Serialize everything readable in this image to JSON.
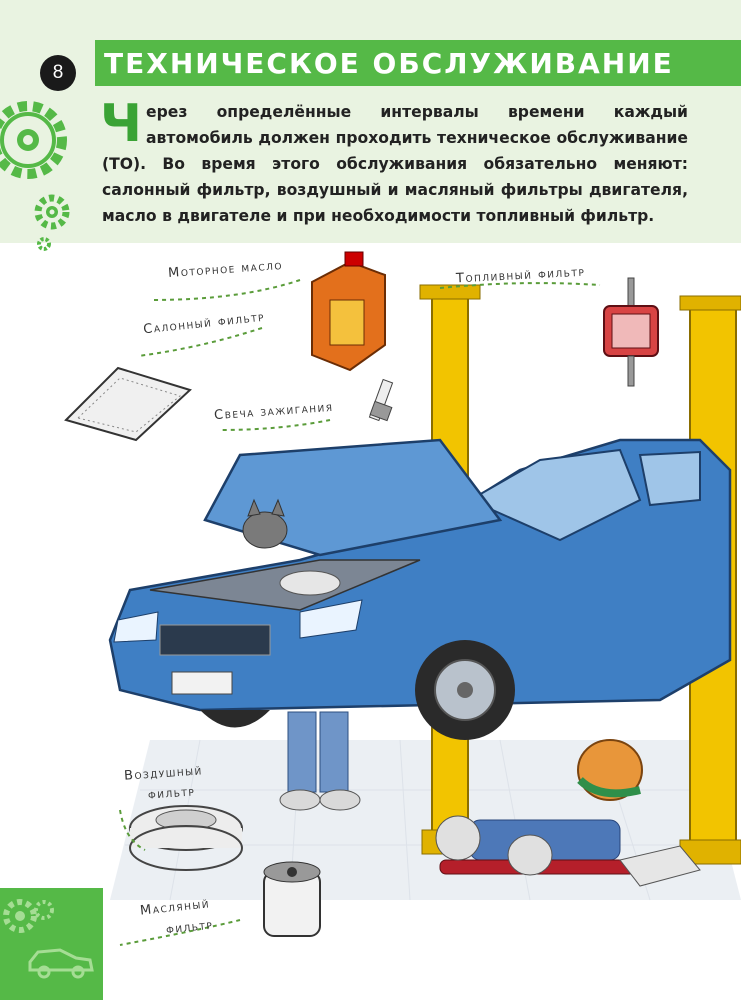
{
  "page": {
    "number": "8"
  },
  "header": {
    "title": "ТЕХНИЧЕСКОЕ ОБСЛУЖИВАНИЕ"
  },
  "intro": {
    "dropcap": "Ч",
    "text": "ерез определённые интервалы времени каждый автомобиль должен проходить техническое обслуживание (ТО). Во время этого обслуживания обязательно меняют: салонный фильтр, воздушный и масляный фильтры двигателя, масло в двигателе и при необходимости топливный фильтр."
  },
  "labels": {
    "motor_oil": "Моторное масло",
    "cabin_filter": "Салонный фильтр",
    "spark_plug": "Свеча зажигания",
    "fuel_filter": "Топливный фильтр",
    "air_filter_1": "Воздушный",
    "air_filter_2": "фильтр",
    "oil_filter_1": "Масляный",
    "oil_filter_2": "фильтр"
  },
  "icons": [
    "gear-icon",
    "car-icon"
  ],
  "colors": {
    "accent": "#55b947",
    "band": "#e9f3e1",
    "car": "#3f7fc4",
    "lift": "#f2c400"
  }
}
